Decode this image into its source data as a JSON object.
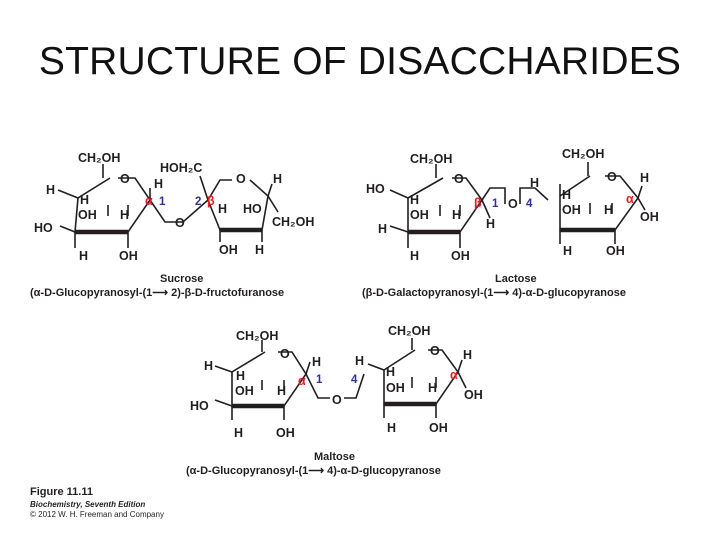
{
  "slide": {
    "title": "STRUCTURE OF DISACCHARIDES"
  },
  "sucrose": {
    "name": "Sucrose",
    "systematic": "(α-D-Glucopyranosyl-(1⟶ 2)-β-D-fructofuranose",
    "labels": {
      "ch2oh_top": "CH₂OH",
      "hoh2c": "HOH₂C",
      "ring_o_glc": "O",
      "ring_o_fru": "O",
      "h_left": "H",
      "ho_left": "HO",
      "h_c4_top": "H",
      "oh_c3": "OH",
      "h_c2": "H",
      "h_c5": "H",
      "h_bottom_left": "H",
      "oh_bottom": "OH",
      "h_fru_top": "H",
      "h_fru_c3": "H",
      "ho_fru": "HO",
      "ch2oh_fru": "CH₂OH",
      "oh_fru_bottom": "OH",
      "h_fru_bottom": "H",
      "glyco_o": "O"
    },
    "anomeric": {
      "glc_symbol": "α",
      "glc_num": "1",
      "fru_num": "2",
      "fru_symbol": "β"
    }
  },
  "lactose": {
    "name": "Lactose",
    "systematic": "(β-D-Galactopyranosyl-(1⟶ 4)-α-D-glucopyranose",
    "labels": {
      "ch2oh_gal": "CH₂OH",
      "ch2oh_glc": "CH₂OH",
      "ring_o_gal": "O",
      "ring_o_glc": "O",
      "ho_gal": "HO",
      "h_gal_c4": "H",
      "h_gal_left": "H",
      "oh_gal_c3": "OH",
      "h_gal_c2": "H",
      "h_gal_bottom": "H",
      "oh_gal_bottom": "OH",
      "h_gal_c1": "H",
      "h_glc_top": "H",
      "h_glc_c4": "H",
      "oh_glc_c3": "OH",
      "h_glc_c2": "H",
      "oh_glc_right": "OH",
      "h_glc_right": "H",
      "h_glc_bottom": "H",
      "oh_glc_bottom": "OH",
      "glyco_o": "O"
    },
    "anomeric": {
      "gal_symbol": "β",
      "gal_num": "1",
      "glc_num": "4",
      "glc_symbol": "α"
    }
  },
  "maltose": {
    "name": "Maltose",
    "systematic": "(α-D-Glucopyranosyl-(1⟶ 4)-α-D-glucopyranose",
    "labels": {
      "ch2oh_left": "CH₂OH",
      "ch2oh_right": "CH₂OH",
      "ring_o_left": "O",
      "ring_o_right": "O",
      "h_left": "H",
      "h_left_c4": "H",
      "oh_left_c3": "OH",
      "h_left_c2": "H",
      "h_left_c1": "H",
      "ho_left": "HO",
      "h_left_bottom": "H",
      "oh_left_bottom": "OH",
      "h_right_c5": "H",
      "h_right_c4": "H",
      "oh_right_c3": "OH",
      "h_right_c2": "H",
      "h_right_c1": "H",
      "oh_right": "OH",
      "h_right_bottom": "H",
      "oh_right_bottom": "OH",
      "glyco_o": "O"
    },
    "anomeric": {
      "left_symbol": "α",
      "left_num": "1",
      "right_num": "4",
      "right_symbol": "α"
    }
  },
  "credit": {
    "figure": "Figure 11.11",
    "book": "Biochemistry, Seventh Edition",
    "copyright": "© 2012 W. H. Freeman and Company"
  }
}
